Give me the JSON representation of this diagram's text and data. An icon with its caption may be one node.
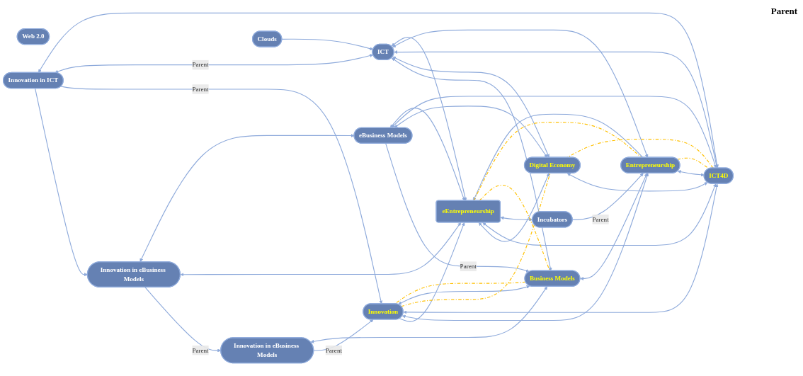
{
  "diagram": {
    "nodes": [
      {
        "text": [
          "Innovation in eBusiness Models"
        ]
      },
      {
        "text": [
          "Innovation in ICT"
        ]
      },
      {
        "text": [
          "Clouds"
        ]
      },
      {
        "text": [
          "Innovation in eBusiness Models"
        ]
      },
      {
        "text": [
          "Innovation"
        ]
      },
      {
        "text": [
          "Web 2.0"
        ]
      },
      {
        "text": [
          "Business Models"
        ]
      },
      {
        "text": [
          "ICT"
        ]
      },
      {
        "text": [
          "eBusiness Models"
        ]
      },
      {
        "text": [
          "Digital Economy"
        ]
      },
      {
        "text": [
          "eEntrepreneurship"
        ]
      },
      {
        "text": [
          "ICT4D"
        ]
      },
      {
        "text": [
          "Incubators"
        ]
      },
      {
        "text": [
          "Entrepreneurship"
        ]
      }
    ],
    "edges": [
      {
        "from": 1,
        "to": 0,
        "arrow": "to"
      },
      {
        "from": 0,
        "to": 3,
        "arrow": "to",
        "label": "Parent"
      },
      {
        "from": 3,
        "to": 4,
        "arrow": "to",
        "label": "Parent"
      },
      {
        "from": 1,
        "to": 4,
        "arrow": "to",
        "label": "Parent"
      },
      {
        "from": 2,
        "to": 7,
        "arrow": "to"
      },
      {
        "from": 1,
        "to": 7,
        "arrow": "both",
        "label": "Parent"
      },
      {
        "from": 1,
        "to": 11,
        "arrow": "both"
      },
      {
        "from": 0,
        "to": 10,
        "arrow": "both"
      },
      {
        "from": 0,
        "to": 8,
        "arrow": "both"
      },
      {
        "from": 3,
        "to": 6,
        "arrow": "both"
      },
      {
        "from": 8,
        "to": 6,
        "arrow": "to",
        "label": "Parent"
      },
      {
        "from": 6,
        "to": 4,
        "arrow": "both"
      },
      {
        "from": 7,
        "to": 6,
        "arrow": "both"
      },
      {
        "from": 4,
        "to": 10,
        "arrow": "to"
      },
      {
        "from": 4,
        "to": 13,
        "arrow": "both"
      },
      {
        "from": 4,
        "to": 11,
        "arrow": "both"
      },
      {
        "from": 6,
        "to": 13,
        "arrow": "both"
      },
      {
        "from": 7,
        "to": 9,
        "arrow": "both"
      },
      {
        "from": 7,
        "to": 11,
        "arrow": "both"
      },
      {
        "from": 7,
        "to": 13,
        "arrow": "both"
      },
      {
        "from": 7,
        "to": 10,
        "arrow": "both"
      },
      {
        "from": 8,
        "to": 9,
        "arrow": "both"
      },
      {
        "from": 8,
        "to": 11,
        "arrow": "both"
      },
      {
        "from": 8,
        "to": 10,
        "arrow": "both"
      },
      {
        "from": 9,
        "to": 11,
        "arrow": "both"
      },
      {
        "from": 10,
        "to": 9,
        "arrow": "both"
      },
      {
        "from": 10,
        "to": 11,
        "arrow": "both"
      },
      {
        "from": 13,
        "to": 10,
        "arrow": "to"
      },
      {
        "from": 10,
        "to": 12,
        "arrow": "both"
      },
      {
        "from": 12,
        "to": 13,
        "arrow": "to",
        "label": "Parent"
      },
      {
        "from": 13,
        "to": 11,
        "arrow": "both"
      },
      {
        "from": 6,
        "to": 4,
        "arrow": "none",
        "style": "dashed",
        "color": "#ffc000"
      },
      {
        "from": 10,
        "to": 6,
        "arrow": "none",
        "style": "dashed",
        "color": "#ffc000"
      },
      {
        "from": 10,
        "to": 13,
        "arrow": "none",
        "style": "dashed",
        "color": "#ffc000"
      },
      {
        "from": 13,
        "to": 11,
        "arrow": "none",
        "style": "dashed",
        "color": "#ffc000"
      },
      {
        "from": 11,
        "to": 9,
        "arrow": "none",
        "style": "dashed",
        "color": "#ffc000"
      },
      {
        "from": 4,
        "to": 9,
        "arrow": "none",
        "style": "dashed",
        "color": "#ffc000"
      }
    ],
    "labels": [
      "Parent"
    ]
  }
}
